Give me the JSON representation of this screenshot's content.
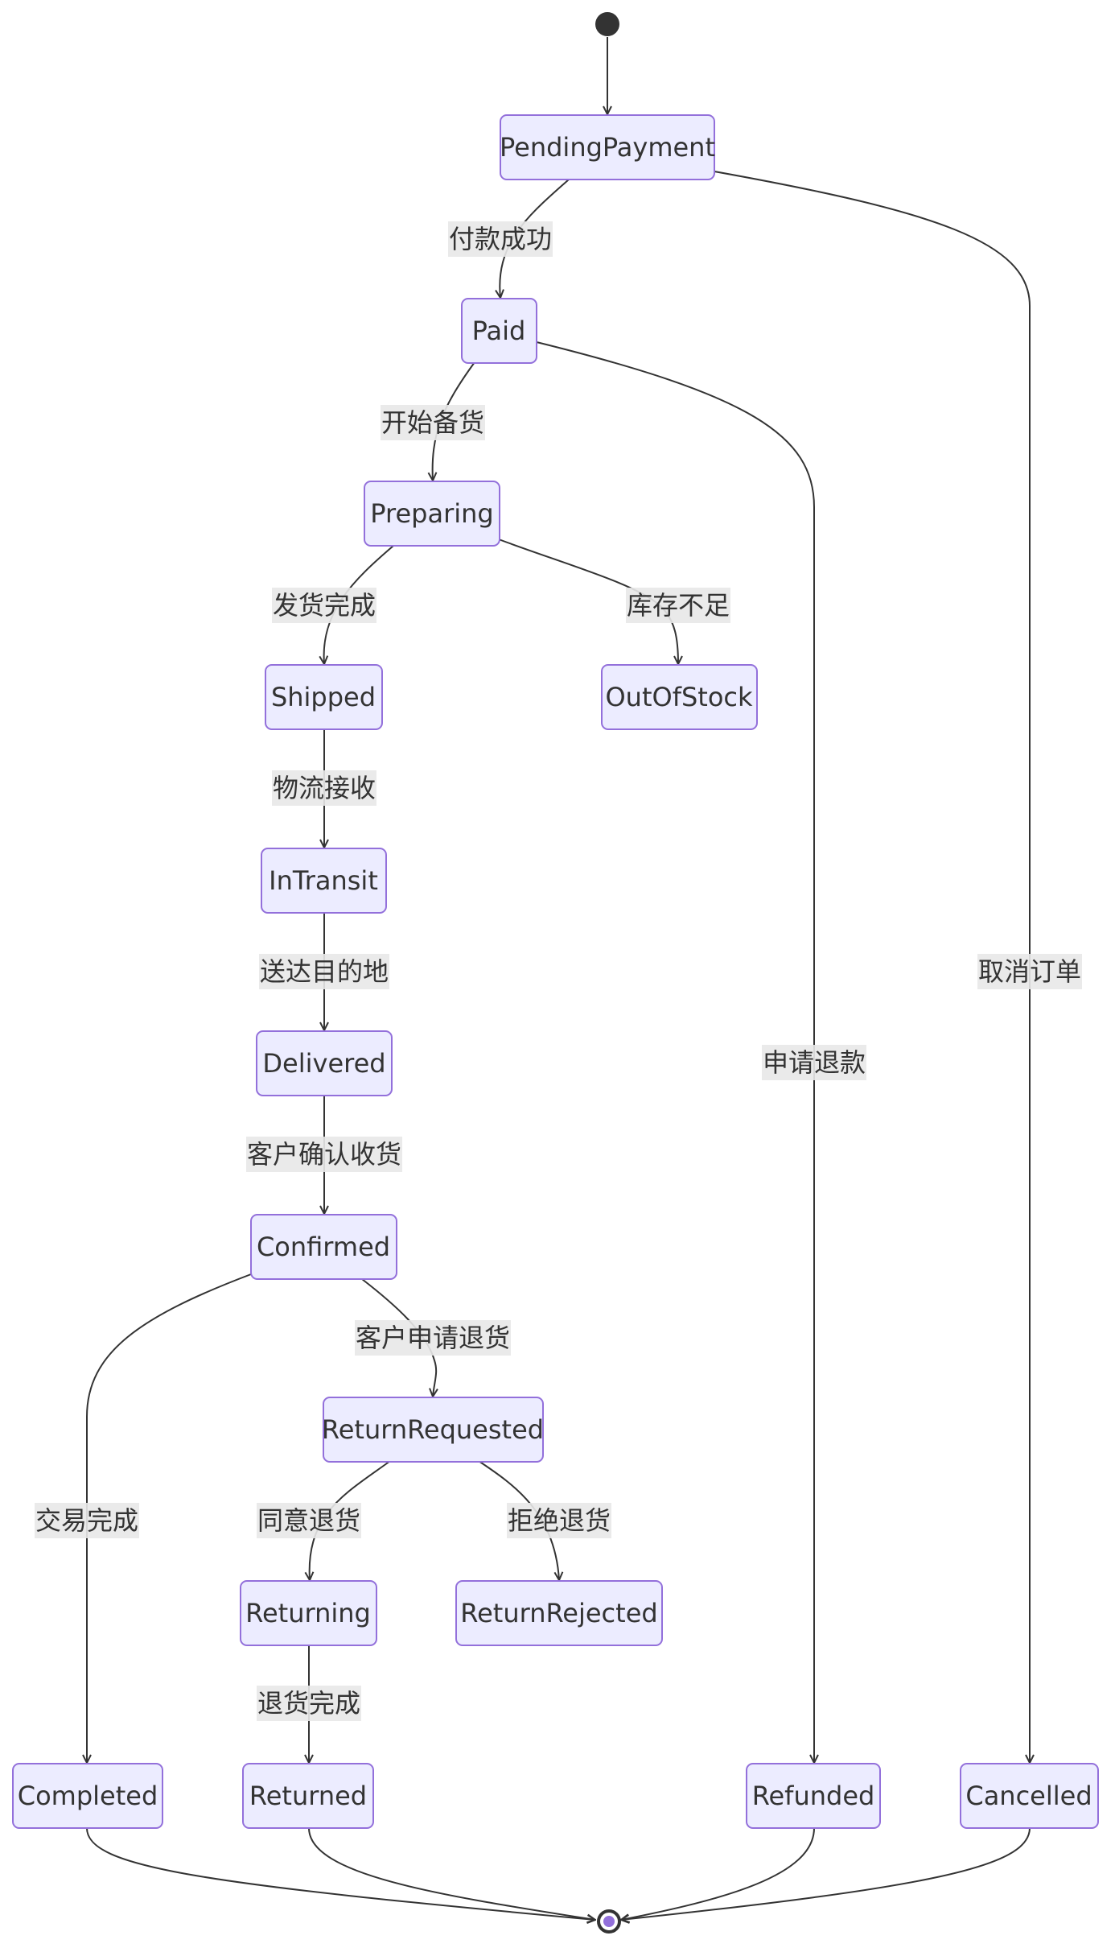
{
  "states": {
    "pending_payment": "PendingPayment",
    "paid": "Paid",
    "preparing": "Preparing",
    "shipped": "Shipped",
    "out_of_stock": "OutOfStock",
    "in_transit": "InTransit",
    "delivered": "Delivered",
    "confirmed": "Confirmed",
    "return_requested": "ReturnRequested",
    "returning": "Returning",
    "return_rejected": "ReturnRejected",
    "completed": "Completed",
    "returned": "Returned",
    "refunded": "Refunded",
    "cancelled": "Cancelled"
  },
  "transitions": {
    "payment_success": "付款成功",
    "start_preparing": "开始备货",
    "shipping_done": "发货完成",
    "out_of_stock": "库存不足",
    "logistics_received": "物流接收",
    "arrived": "送达目的地",
    "customer_confirmed": "客户确认收货",
    "return_request": "客户申请退货",
    "trade_completed": "交易完成",
    "return_agreed": "同意退货",
    "return_refused": "拒绝退货",
    "return_done": "退货完成",
    "refund_request": "申请退款",
    "cancel_order": "取消订单"
  },
  "colors": {
    "node_fill": "#ECECFF",
    "node_stroke": "#9370DB",
    "edge": "#333333",
    "label_bg": "#e8e8e8"
  }
}
